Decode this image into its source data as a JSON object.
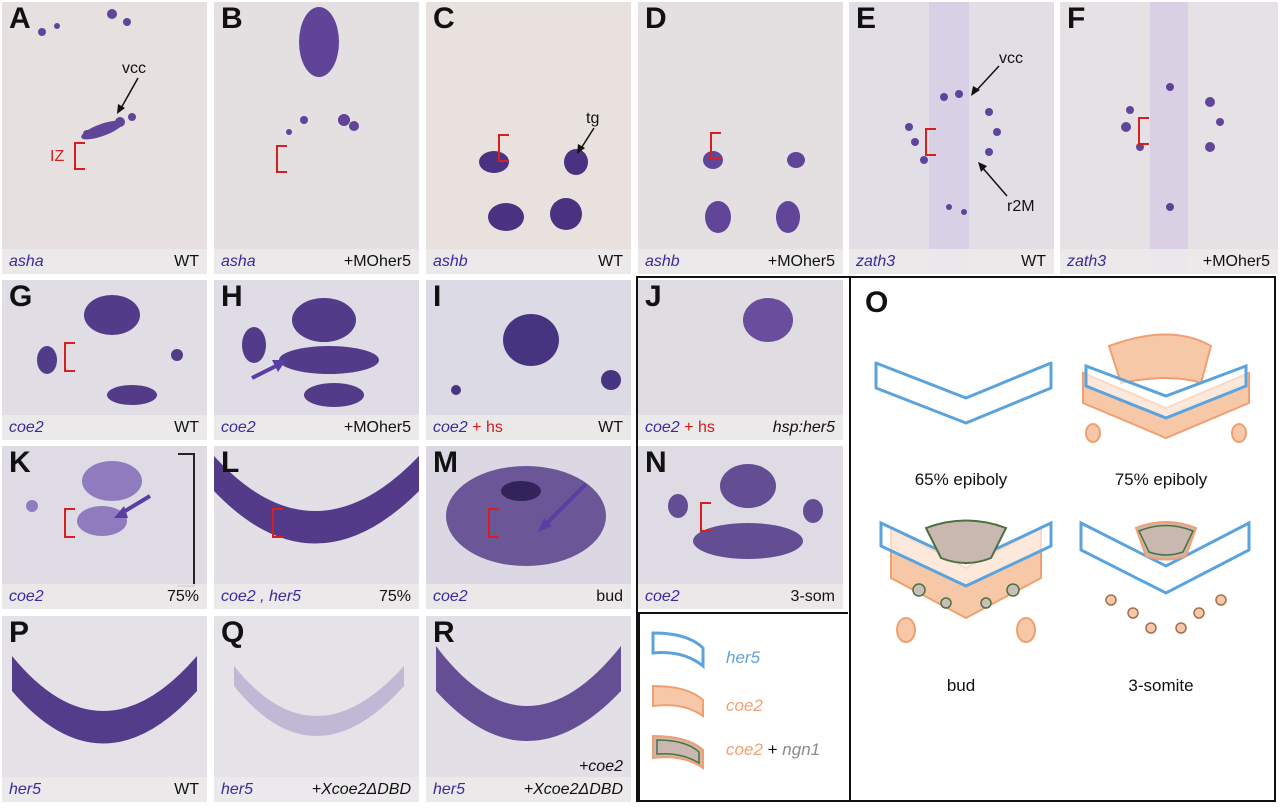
{
  "panels": {
    "A": {
      "letter": "A",
      "gene": "asha",
      "cond": "WT",
      "ann1": "vcc",
      "ann2": "IZ"
    },
    "B": {
      "letter": "B",
      "gene": "asha",
      "cond": "+MOher5"
    },
    "C": {
      "letter": "C",
      "gene": "ashb",
      "cond": "WT",
      "ann1": "tg"
    },
    "D": {
      "letter": "D",
      "gene": "ashb",
      "cond": "+MOher5"
    },
    "E": {
      "letter": "E",
      "gene": "zath3",
      "cond": "WT",
      "ann1": "vcc",
      "ann2": "r2M"
    },
    "F": {
      "letter": "F",
      "gene": "zath3",
      "cond": "+MOher5"
    },
    "G": {
      "letter": "G",
      "gene": "coe2",
      "cond": "WT"
    },
    "H": {
      "letter": "H",
      "gene": "coe2",
      "cond": "+MOher5"
    },
    "I": {
      "letter": "I",
      "gene": "coe2",
      "hs": "+ hs",
      "cond": "WT"
    },
    "J": {
      "letter": "J",
      "gene": "coe2",
      "hs": "+ hs",
      "cond": "hsp:her5"
    },
    "K": {
      "letter": "K",
      "gene": "coe2",
      "cond": "75%"
    },
    "L": {
      "letter": "L",
      "gene": "coe2 , her5",
      "cond": "75%"
    },
    "M": {
      "letter": "M",
      "gene": "coe2",
      "cond": "bud"
    },
    "N": {
      "letter": "N",
      "gene": "coe2",
      "cond": "3-som"
    },
    "P": {
      "letter": "P",
      "gene": "her5",
      "cond": "WT"
    },
    "Q": {
      "letter": "Q",
      "gene": "her5",
      "cond": "+Xcoe2ΔDBD"
    },
    "R": {
      "letter": "R",
      "gene": "her5",
      "cond": "+Xcoe2ΔDBD",
      "cond_top": "+coe2"
    }
  },
  "schematic": {
    "letter": "O",
    "stages": [
      "65% epiboly",
      "75% epiboly",
      "bud",
      "3-somite"
    ],
    "legend": {
      "her5": "her5",
      "coe2": "coe2",
      "coe2_plus": "coe2",
      "plus": "+",
      "ngn1": "ngn1"
    }
  },
  "colors": {
    "stain": "#4a2a8c",
    "bracket": "#d61f1f",
    "her5": "#5ba3dd",
    "coe2": "#f0a070",
    "caption_gene": "#3b2b9a"
  }
}
